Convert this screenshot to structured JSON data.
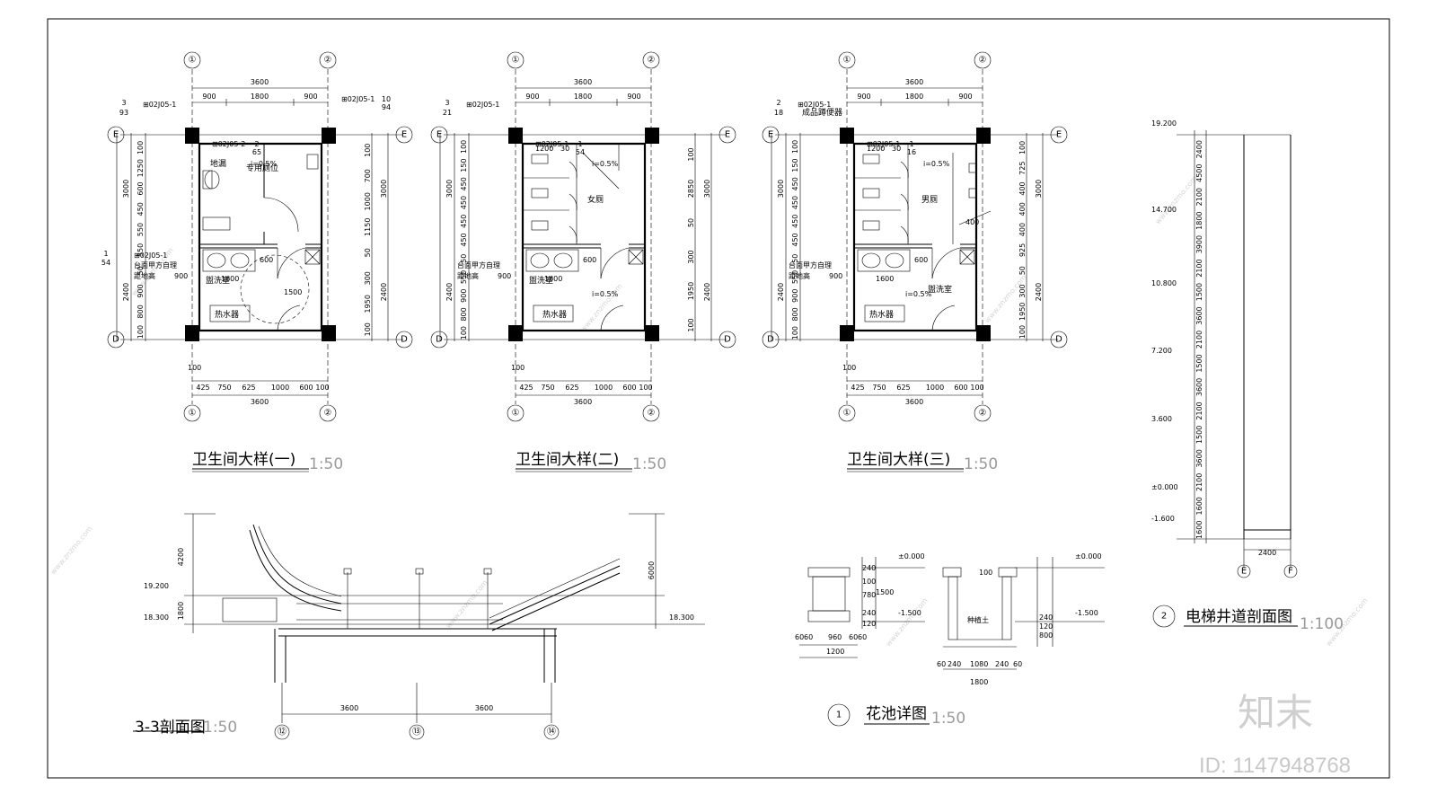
{
  "plans": [
    {
      "title": "卫生间大样(一)",
      "scale": "1:50",
      "top_dims": {
        "total": "3600",
        "parts": [
          "900",
          "1800",
          "900"
        ]
      },
      "bottom_dims": {
        "total": "3600",
        "parts": [
          "425",
          "750",
          "625",
          "1000",
          "600",
          "100"
        ]
      },
      "left_dims": [
        "100",
        "1250",
        "600",
        "450",
        "550",
        "550",
        "50",
        "900",
        "800",
        "100"
      ],
      "left_totals": [
        "3000",
        "2400"
      ],
      "right_dims": [
        "100",
        "700",
        "1000",
        "1150",
        "50",
        "300",
        "1950",
        "100"
      ],
      "right_totals": [
        "3000",
        "2400"
      ],
      "refs": [
        "02J05-1",
        "02J05-2",
        "02J05-1",
        "02J05-1"
      ],
      "ref_nums": [
        "3",
        "93",
        "2",
        "65",
        "10",
        "94",
        "1",
        "54"
      ],
      "room_labels": [
        "专用厕位",
        "地漏",
        "盥洗室",
        "热水器"
      ],
      "notes": [
        "台面甲方自理",
        "距地高",
        "900",
        "i=0.5%",
        "1600",
        "600",
        "1500",
        "100"
      ]
    },
    {
      "title": "卫生间大样(二)",
      "scale": "1:50",
      "top_dims": {
        "total": "3600",
        "parts": [
          "900",
          "1800",
          "900"
        ]
      },
      "bottom_dims": {
        "total": "3600",
        "parts": [
          "425",
          "750",
          "625",
          "1000",
          "600",
          "100"
        ]
      },
      "left_dims": [
        "100",
        "150",
        "450",
        "450",
        "450",
        "450",
        "50",
        "550",
        "900",
        "800",
        "100"
      ],
      "left_totals": [
        "3000",
        "2400"
      ],
      "right_dims": [
        "100",
        "2850",
        "50",
        "300",
        "1950",
        "100"
      ],
      "right_totals": [
        "3000",
        "2400"
      ],
      "refs": [
        "02J05-1",
        "02J05-1"
      ],
      "ref_nums": [
        "3",
        "21",
        "1",
        "54"
      ],
      "room_labels": [
        "女厕",
        "盥洗室",
        "热水器"
      ],
      "notes": [
        "1200",
        "30",
        "i=0.5%",
        "台面甲方自理",
        "距地高",
        "900",
        "1600",
        "600",
        "i=0.5%",
        "100"
      ]
    },
    {
      "title": "卫生间大样(三)",
      "scale": "1:50",
      "top_dims": {
        "total": "3600",
        "parts": [
          "900",
          "1800",
          "900"
        ]
      },
      "bottom_dims": {
        "total": "3600",
        "parts": [
          "425",
          "750",
          "625",
          "1000",
          "600",
          "100"
        ]
      },
      "left_dims": [
        "100",
        "150",
        "450",
        "450",
        "450",
        "450",
        "50",
        "550",
        "900",
        "800",
        "100"
      ],
      "left_totals": [
        "3000",
        "2400"
      ],
      "right_dims": [
        "100",
        "725",
        "400",
        "400",
        "400",
        "925",
        "50",
        "300",
        "1950",
        "100"
      ],
      "right_totals": [
        "3000",
        "2400"
      ],
      "refs": [
        "02J05-1",
        "02J05-1"
      ],
      "ref_nums": [
        "2",
        "18",
        "1",
        "16"
      ],
      "room_labels": [
        "成品蹲便器",
        "男厕",
        "盥洗室",
        "热水器"
      ],
      "notes": [
        "1200",
        "30",
        "i=0.5%",
        "400",
        "台面甲方自理",
        "距地高",
        "900",
        "1600",
        "600",
        "i=0.5%",
        "100"
      ]
    }
  ],
  "axis_labels": {
    "one": "①",
    "two": "②",
    "E": "E",
    "D": "D",
    "F": "F",
    "twelve": "⑫",
    "thirteen": "⑬",
    "fourteen": "⑭"
  },
  "section": {
    "title": "3-3剖面图",
    "scale": "1:50",
    "levels": [
      "19.200",
      "18.300",
      "18.300"
    ],
    "dims": [
      "4200",
      "1800",
      "6000",
      "3600",
      "3600"
    ]
  },
  "planter": {
    "num": "1",
    "title": "花池详图",
    "scale": "1:50",
    "levels": [
      "±0.000",
      "-1.500",
      "±0.000",
      "-1.500"
    ],
    "fill_label": "种植土",
    "dims_a": [
      "60",
      "60",
      "960",
      "60",
      "60",
      "1200",
      "240",
      "100",
      "780",
      "1500",
      "240",
      "120"
    ],
    "dims_b": [
      "60",
      "240",
      "1080",
      "240",
      "60",
      "1800",
      "100",
      "800",
      "240",
      "120"
    ]
  },
  "elevator": {
    "num": "2",
    "title": "电梯井道剖面图",
    "scale": "1:100",
    "levels": [
      "19.200",
      "14.700",
      "10.800",
      "7.200",
      "3.600",
      "±0.000",
      "-1.600"
    ],
    "segment_dims": [
      "2400",
      "4500",
      "2100",
      "1800",
      "3900",
      "2100",
      "1500",
      "3600",
      "2100",
      "1500",
      "3600",
      "2100",
      "1500",
      "3600",
      "2100",
      "1600",
      "1600"
    ],
    "width": "2400"
  },
  "watermark": {
    "brand": "知末",
    "id": "ID: 1147948768",
    "site": "www.znzmo.com"
  }
}
